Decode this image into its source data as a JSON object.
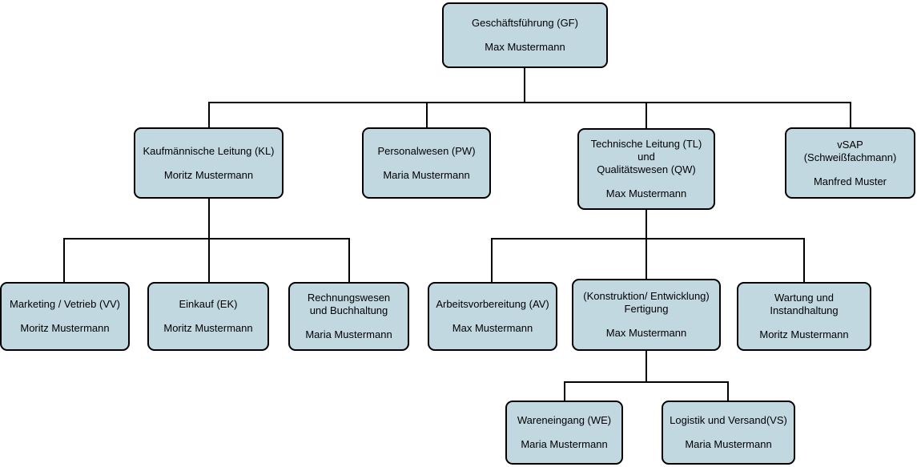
{
  "diagram": {
    "type": "organizational-chart",
    "language": "de",
    "colors": {
      "node_fill": "#c2d8e1",
      "node_border": "#000000",
      "connector": "#000000",
      "text": "#000000",
      "background": "#ffffff"
    },
    "nodes": [
      {
        "id": "gf",
        "title": "Geschäftsführung (GF)",
        "person": "Max Mustermann",
        "level": 0
      },
      {
        "id": "kl",
        "title": "Kaufmännische Leitung (KL)",
        "person": "Moritz Mustermann",
        "level": 1
      },
      {
        "id": "pw",
        "title": "Personalwesen (PW)",
        "person": "Maria Mustermann",
        "level": 1
      },
      {
        "id": "tl",
        "title": "Technische Leitung (TL)\nund\nQualitätswesen (QW)",
        "person": "Max Mustermann",
        "level": 1
      },
      {
        "id": "vsap",
        "title": "vSAP\n(Schweißfachmann)",
        "person": "Manfred Muster",
        "level": 1
      },
      {
        "id": "vv",
        "title": "Marketing / Vetrieb (VV)",
        "person": "Moritz Mustermann",
        "level": 2
      },
      {
        "id": "ek",
        "title": "Einkauf (EK)",
        "person": "Moritz Mustermann",
        "level": 2
      },
      {
        "id": "rw",
        "title": "Rechnungswesen\nund Buchhaltung",
        "person": "Maria Mustermann",
        "level": 2
      },
      {
        "id": "av",
        "title": "Arbeitsvorbereitung (AV)",
        "person": "Max Mustermann",
        "level": 2
      },
      {
        "id": "fert",
        "title": "(Konstruktion/ Entwicklung)\nFertigung",
        "person": "Max Mustermann",
        "level": 2
      },
      {
        "id": "wi",
        "title": "Wartung und\nInstandhaltung",
        "person": "Moritz Mustermann",
        "level": 2
      },
      {
        "id": "we",
        "title": "Wareneingang (WE)",
        "person": "Maria Mustermann",
        "level": 3
      },
      {
        "id": "vs",
        "title": "Logistik und Versand(VS)",
        "person": "Maria Mustermann",
        "level": 3
      }
    ],
    "edges": [
      {
        "from": "gf",
        "to": "kl"
      },
      {
        "from": "gf",
        "to": "pw"
      },
      {
        "from": "gf",
        "to": "tl"
      },
      {
        "from": "gf",
        "to": "vsap"
      },
      {
        "from": "kl",
        "to": "vv"
      },
      {
        "from": "kl",
        "to": "ek"
      },
      {
        "from": "kl",
        "to": "rw"
      },
      {
        "from": "tl",
        "to": "av"
      },
      {
        "from": "tl",
        "to": "fert"
      },
      {
        "from": "tl",
        "to": "wi"
      },
      {
        "from": "fert",
        "to": "we"
      },
      {
        "from": "fert",
        "to": "vs"
      }
    ]
  }
}
